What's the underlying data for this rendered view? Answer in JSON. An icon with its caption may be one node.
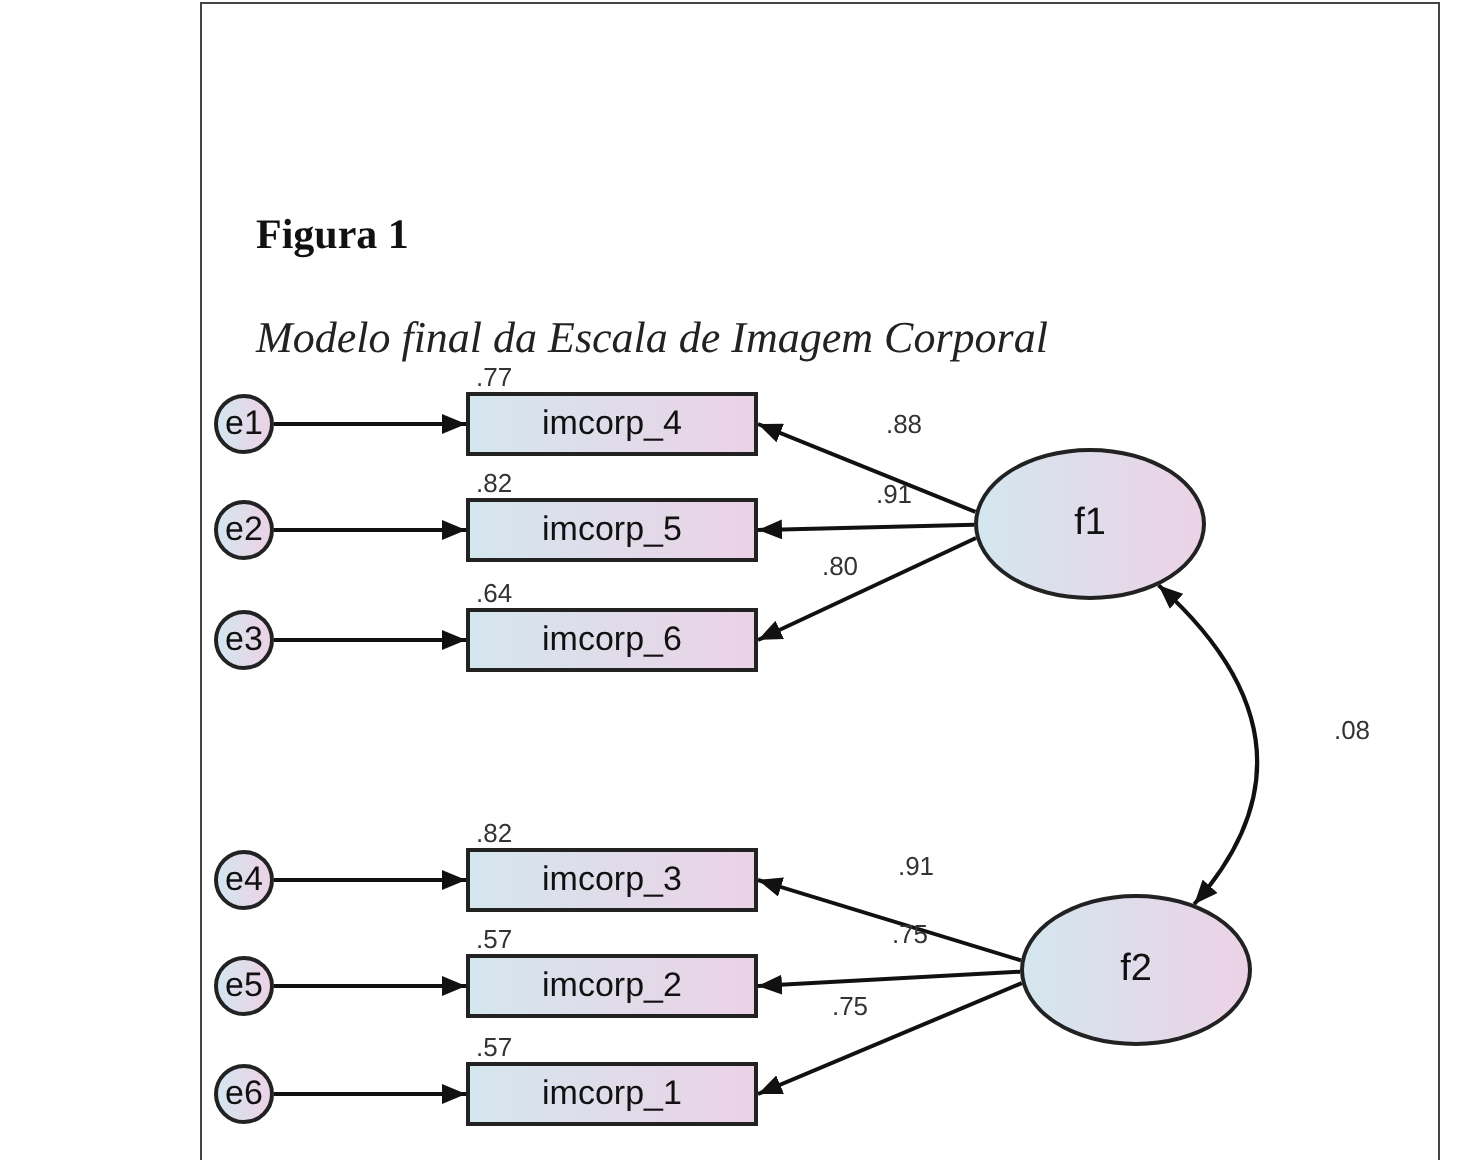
{
  "diagram": {
    "title": "Figura 1",
    "caption": "Modelo final da Escala de Imagem Corporal",
    "nodes": [
      {
        "text": [
          "e1"
        ]
      },
      {
        "text": [
          "e2"
        ]
      },
      {
        "text": [
          "e3"
        ]
      },
      {
        "text": [
          "imcorp_4"
        ],
        "beside": [
          ".77"
        ]
      },
      {
        "text": [
          "imcorp_5"
        ],
        "beside": [
          ".82"
        ]
      },
      {
        "text": [
          "imcorp_6"
        ],
        "beside": [
          ".64"
        ]
      },
      {
        "text": [
          "f1"
        ]
      },
      {
        "text": [
          "e4"
        ]
      },
      {
        "text": [
          "e5"
        ]
      },
      {
        "text": [
          "e6"
        ]
      },
      {
        "text": [
          "imcorp_3"
        ],
        "beside": [
          ".82"
        ]
      },
      {
        "text": [
          "imcorp_2"
        ],
        "beside": [
          ".57"
        ]
      },
      {
        "text": [
          "imcorp_1"
        ],
        "beside": [
          ".57"
        ]
      },
      {
        "text": [
          "f2"
        ]
      }
    ],
    "edges": [
      {
        "from": 0,
        "to": 3,
        "arrow": "to"
      },
      {
        "from": 1,
        "to": 4,
        "arrow": "to"
      },
      {
        "from": 2,
        "to": 5,
        "arrow": "to"
      },
      {
        "from": 6,
        "to": 3,
        "arrow": "to",
        "label": ".88"
      },
      {
        "from": 6,
        "to": 4,
        "arrow": "to",
        "label": ".91"
      },
      {
        "from": 6,
        "to": 5,
        "arrow": "to",
        "label": ".80"
      },
      {
        "from": 6,
        "to": 13,
        "arrow": "both",
        "label": ".08"
      },
      {
        "from": 7,
        "to": 10,
        "arrow": "to"
      },
      {
        "from": 8,
        "to": 11,
        "arrow": "to"
      },
      {
        "from": 9,
        "to": 12,
        "arrow": "to"
      },
      {
        "from": 13,
        "to": 10,
        "arrow": "to",
        "label": ".91"
      },
      {
        "from": 13,
        "to": 11,
        "arrow": "to",
        "label": ".75"
      },
      {
        "from": 13,
        "to": 12,
        "arrow": "to",
        "label": ".75"
      }
    ]
  }
}
